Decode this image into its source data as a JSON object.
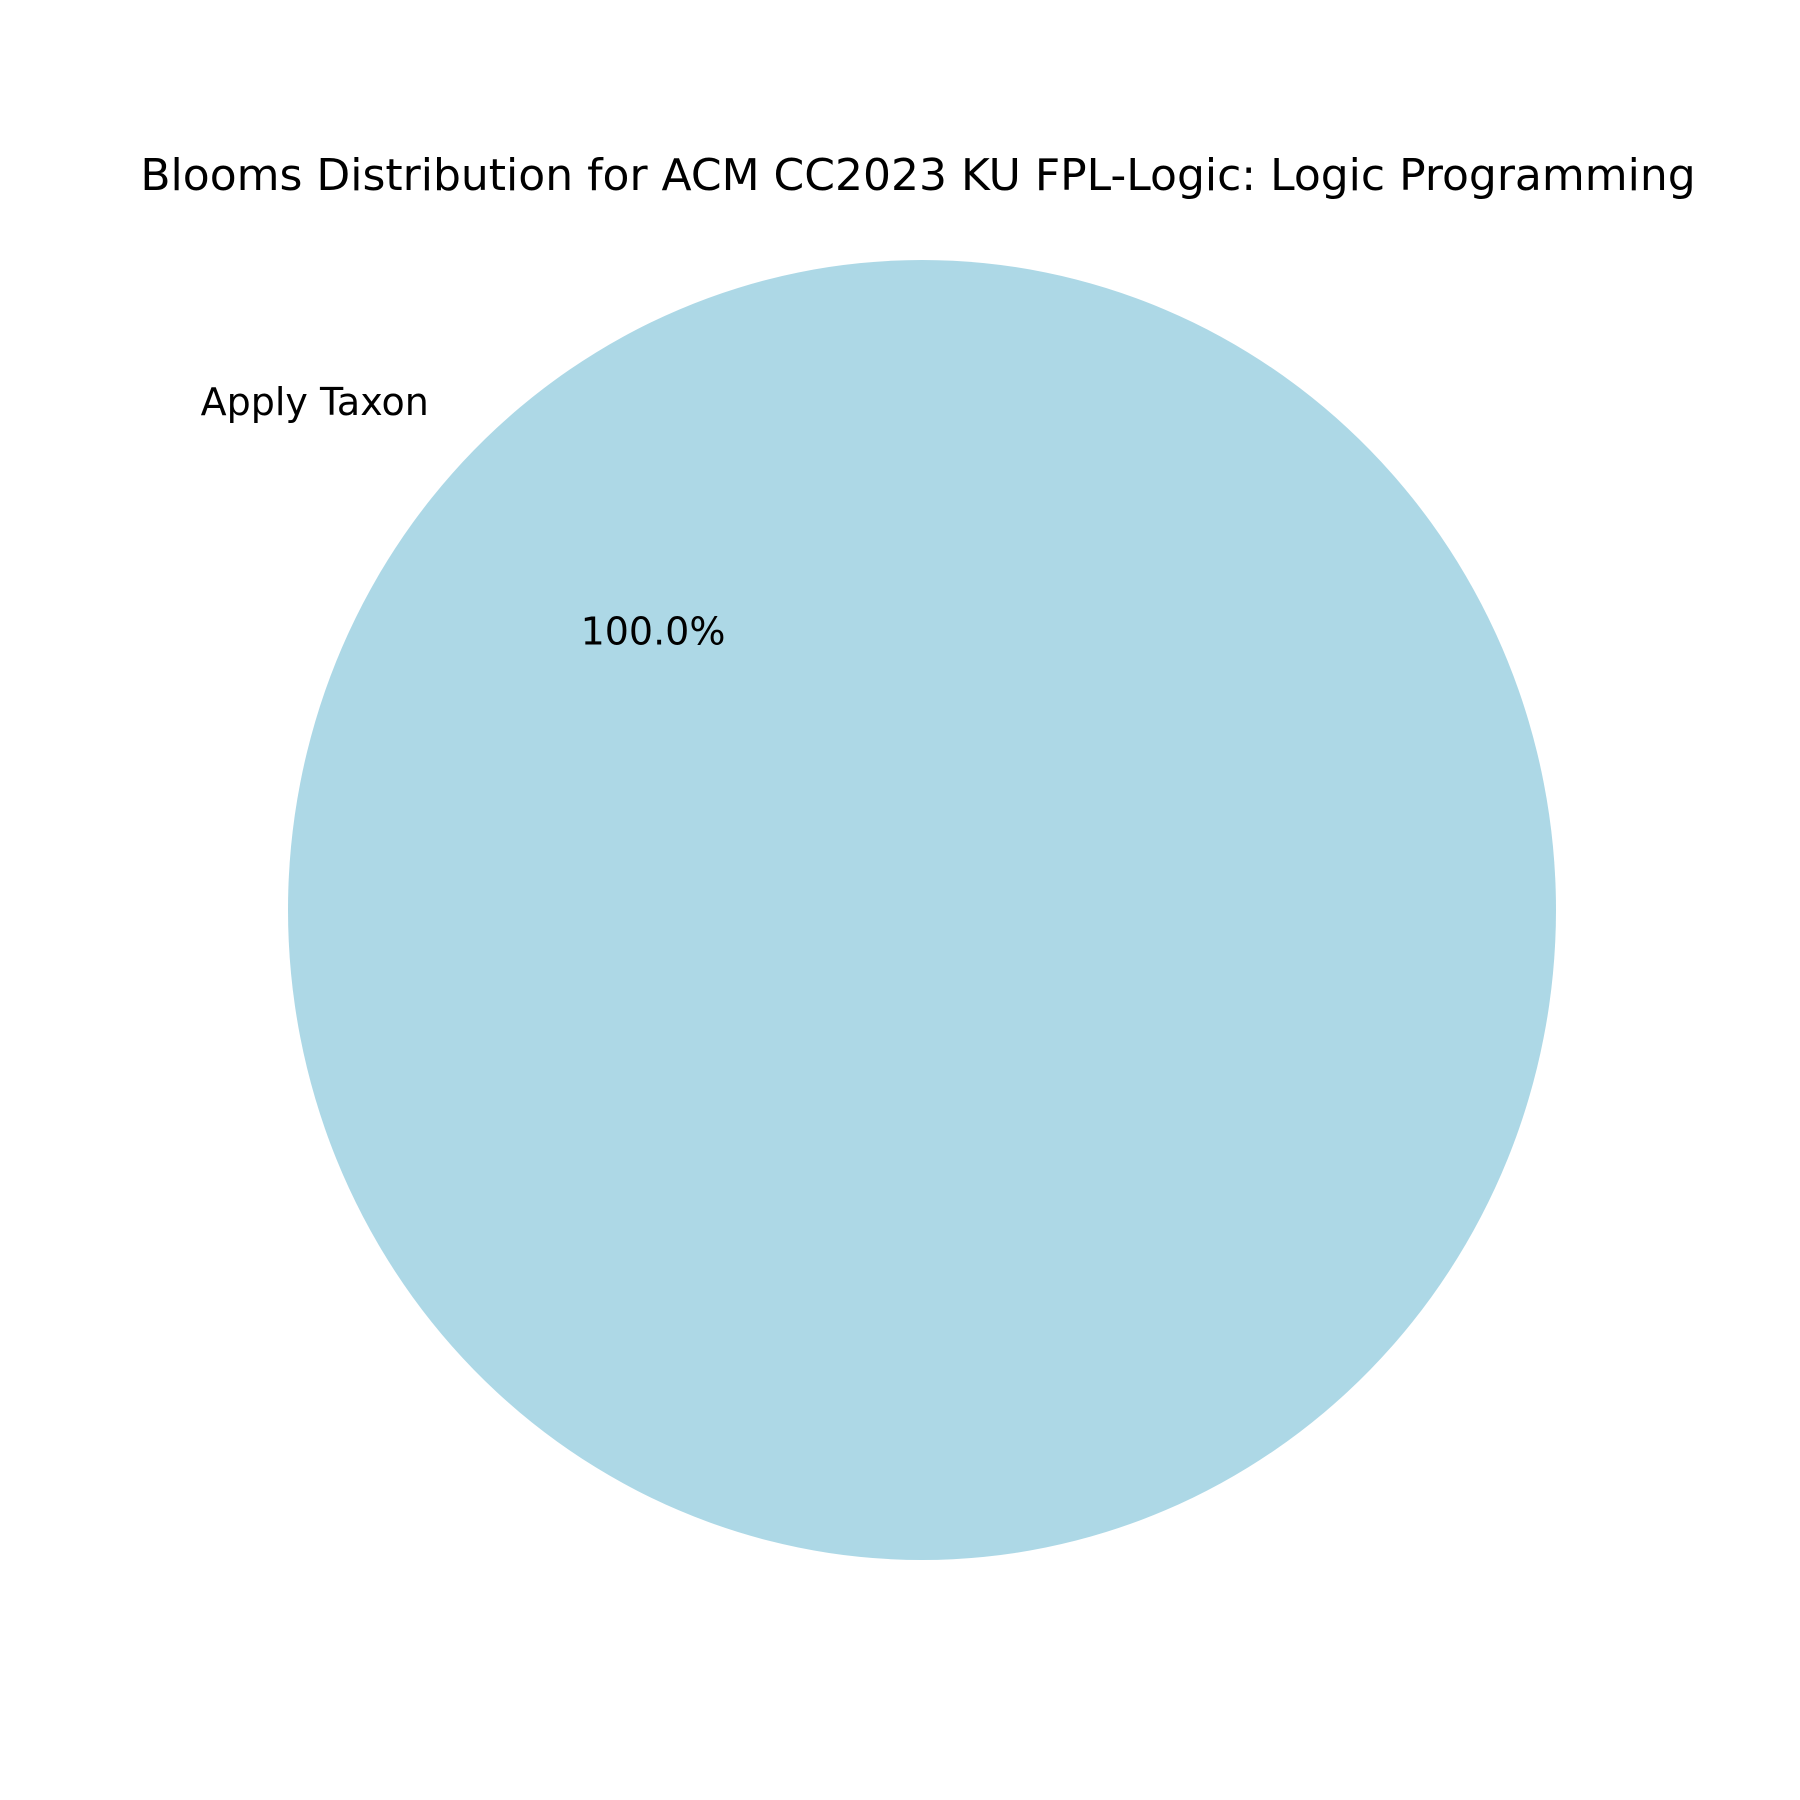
{
  "chart_data": {
    "type": "pie",
    "title": "Blooms Distribution for ACM CC2023 KU FPL-Logic: Logic Programming",
    "slices": [
      {
        "label": "Apply Taxon",
        "value": 100.0,
        "percent_label": "100.0%",
        "color": "#add8e6"
      }
    ],
    "legend": "none"
  }
}
